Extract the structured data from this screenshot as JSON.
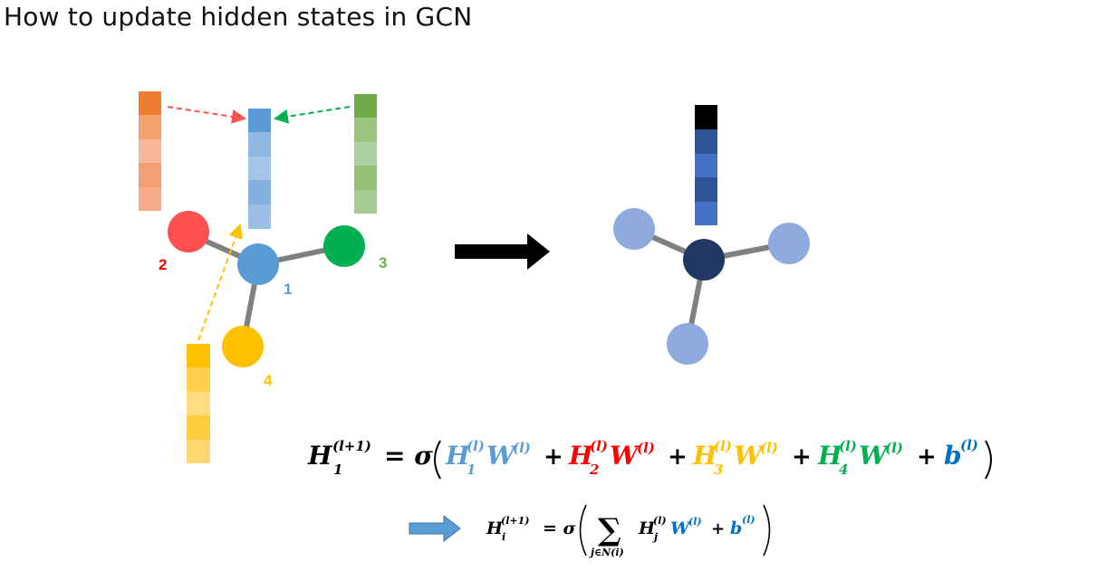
{
  "title": "How to update hidden states in GCN",
  "colors": {
    "node1": "#5b9bd5",
    "node2": "#ff5050",
    "node3": "#00b050",
    "node4": "#ffc000",
    "center_out": "#1f3864",
    "neighbor_out": "#8faadc",
    "edge": "#808080",
    "arrow": "#000000",
    "label1": "#5b9bd5",
    "label2": "#ff0000",
    "label3": "#70ad47",
    "label4": "#ffc000"
  },
  "node_labels": {
    "n1": "1",
    "n2": "2",
    "n3": "3",
    "n4": "4"
  },
  "equation1": {
    "lhs_H": "H",
    "lhs_sub": "1",
    "lhs_sup": "(l+1)",
    "eq": "= σ",
    "t1_H": "H",
    "t1_sub": "1",
    "t1_sup": "(l)",
    "W": "W",
    "W_sup": "(l)",
    "t2_H": "H",
    "t2_sub": "2",
    "t2_sup": "(l)",
    "t3_H": "H",
    "t3_sub": "3",
    "t3_sup": "(l)",
    "t4_H": "H",
    "t4_sub": "4",
    "t4_sup": "(l)",
    "plus": "+",
    "b": "b",
    "b_sup": "(l)"
  },
  "equation2": {
    "lhs_H": "H",
    "lhs_sub": "i",
    "lhs_sup": "(l+1)",
    "eq": "= σ",
    "sum": "∑",
    "sum_sub": "j∈N(i)",
    "H": "H",
    "H_sub": "j",
    "H_sup": "(l)",
    "W": "W",
    "W_sup": "(l)",
    "plus": "+",
    "b": "b",
    "b_sup": "(l)"
  }
}
